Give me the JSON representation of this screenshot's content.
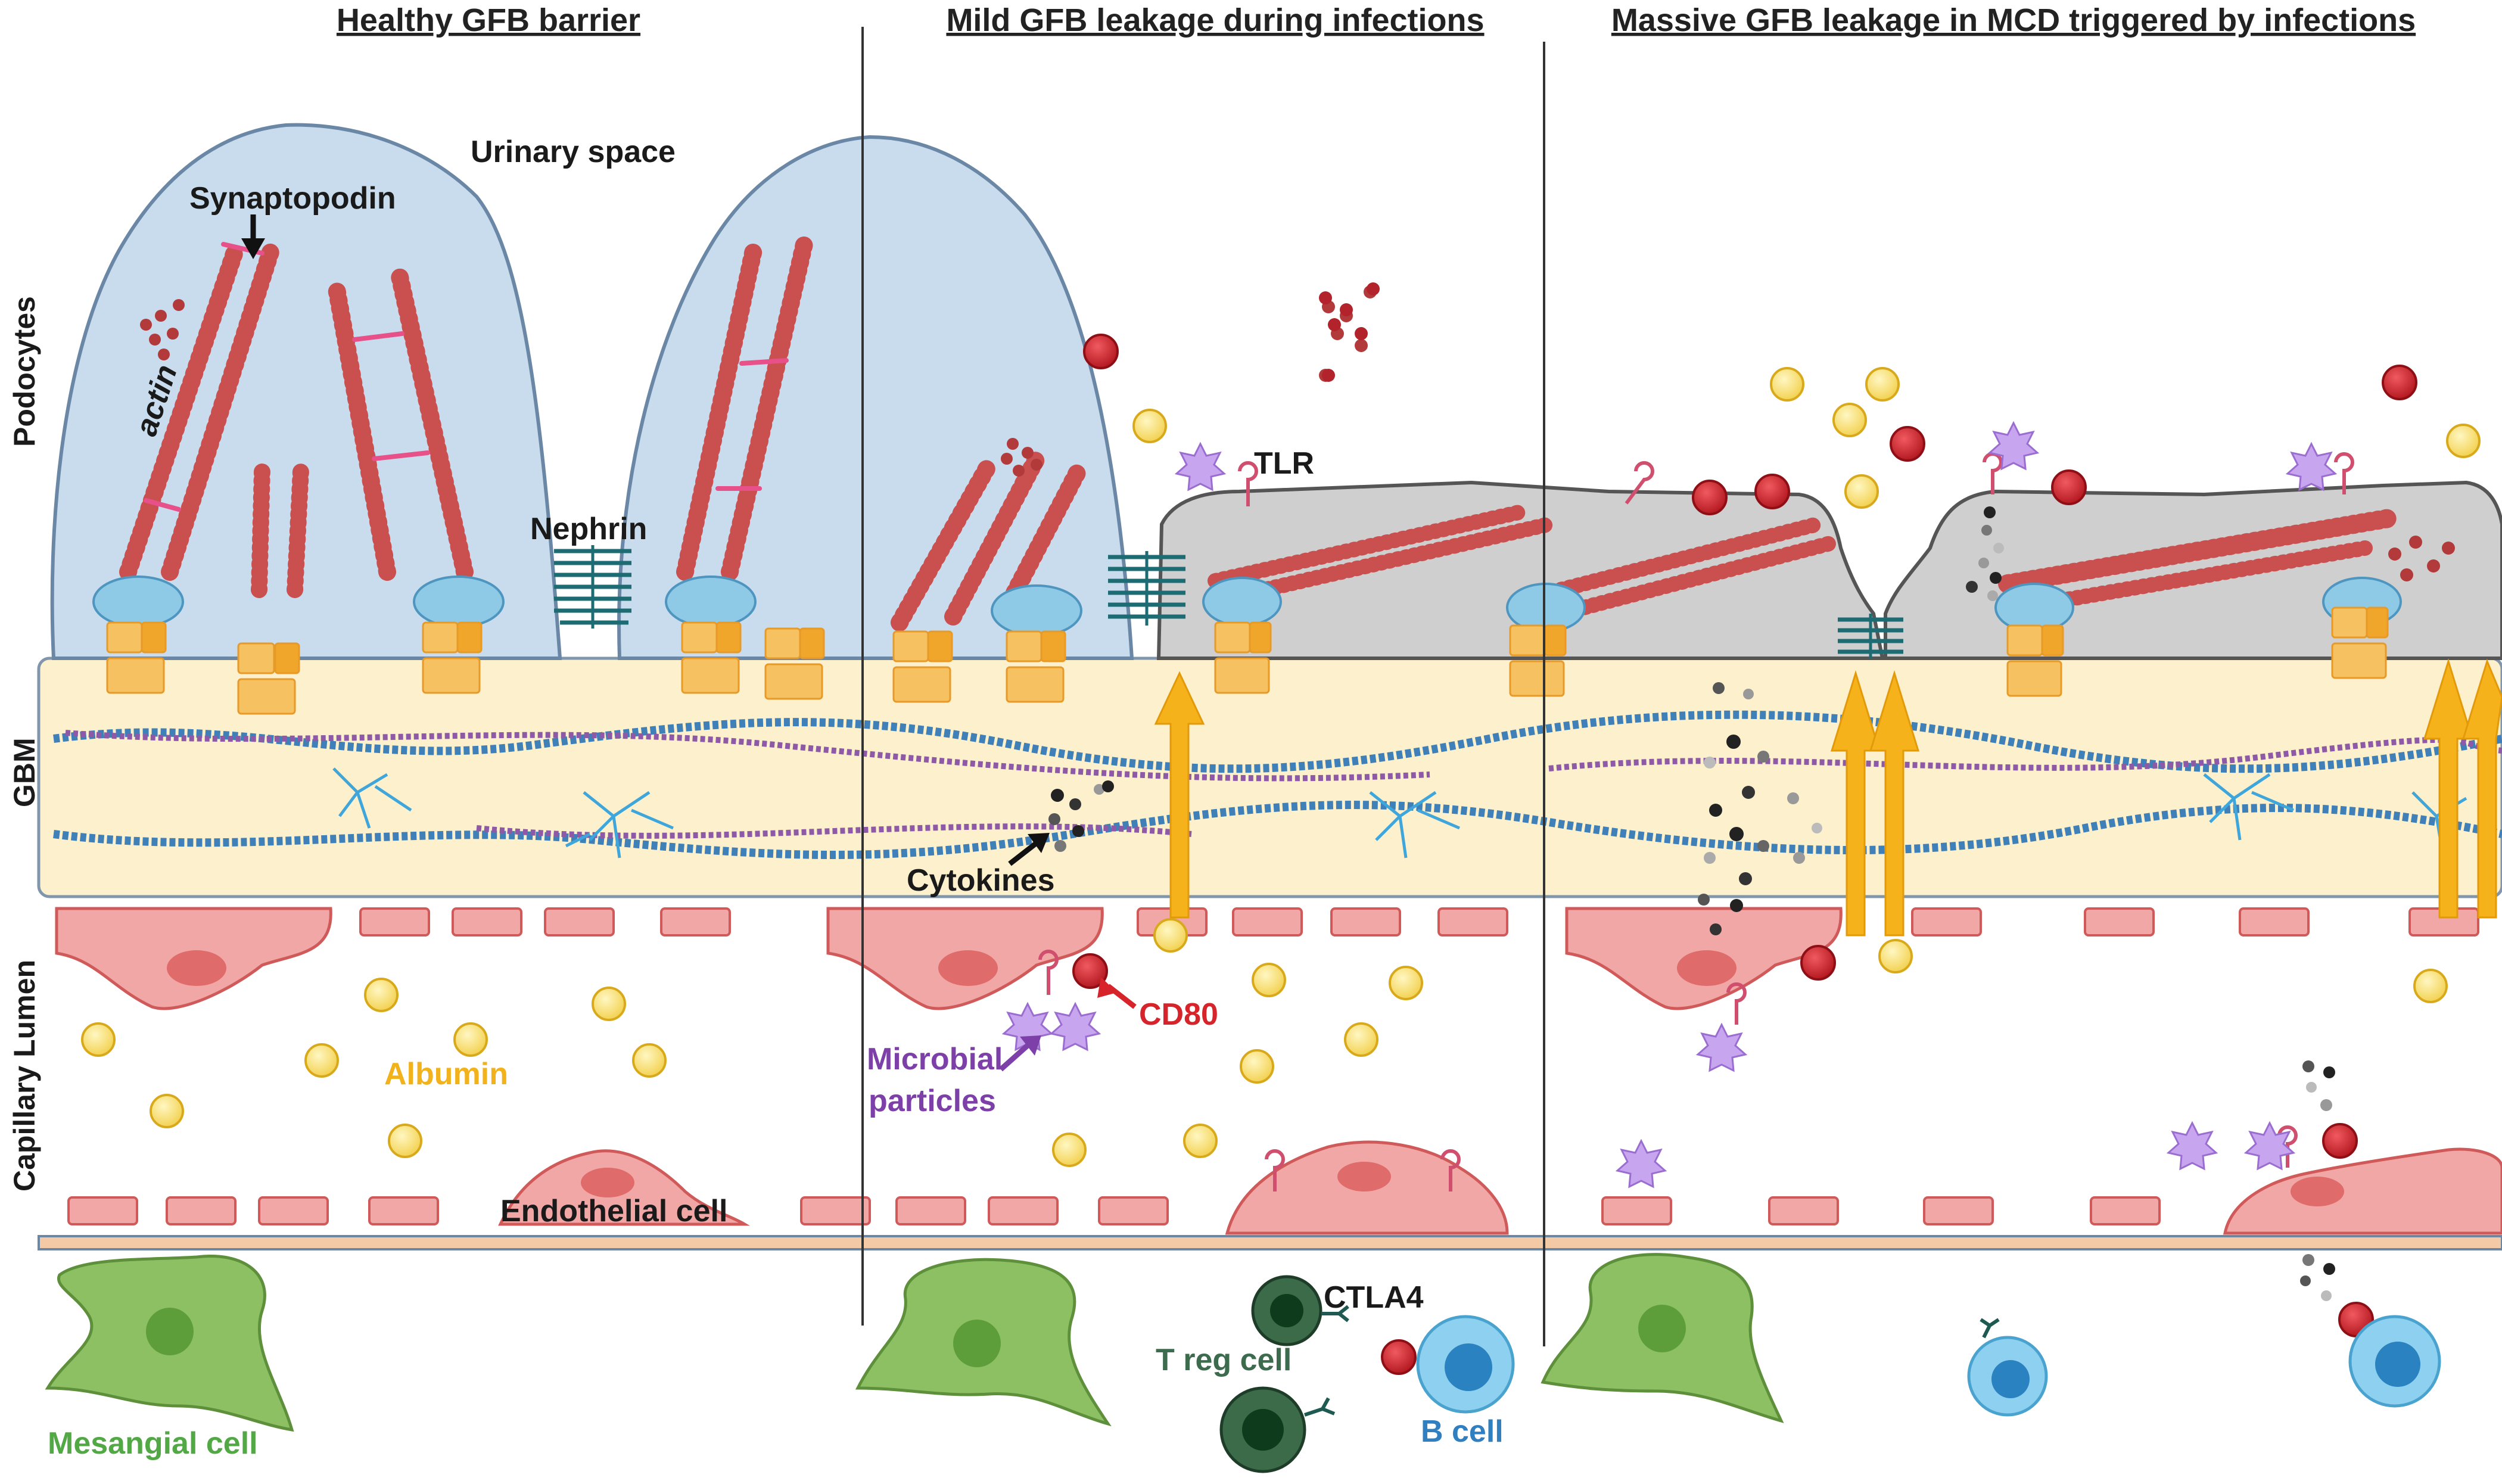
{
  "titles": {
    "healthy": "Healthy GFB barrier",
    "mild": "Mild GFB leakage during infections",
    "massive": "Massive GFB leakage in MCD triggered by infections"
  },
  "side_labels": {
    "podocytes": "Podocytes",
    "gbm": "GBM",
    "capillary": "Capillary Lumen"
  },
  "labels": {
    "urinary_space": "Urinary space",
    "synaptopodin": "Synaptopodin",
    "actin": "actin",
    "nephrin": "Nephrin",
    "tlr": "TLR",
    "cytokines": "Cytokines",
    "cd80": "CD80",
    "microbial_1": "Microbial",
    "microbial_2": "particles",
    "albumin": "Albumin",
    "endothelial": "Endothelial cell",
    "mesangial": "Mesangial cell",
    "ctla4": "CTLA4",
    "treg": "T reg cell",
    "bcell": "B cell"
  },
  "colors": {
    "podocyte_healthy": "#c9dcee",
    "podocyte_damaged": "#cfcfcf",
    "gbm": "#fdf0cc",
    "actin": "#c9504f",
    "synaptopodin": "#e8508a",
    "nephrin": "#1d6b73",
    "integrin": "#8ec9e6",
    "anchor": "#f6c160",
    "endothelial": "#f2a7a7",
    "albumin": "#f7dc6f",
    "cd80": "#d21f27",
    "microbial": "#c7a6ef",
    "leak_arrow": "#f6b21a",
    "mesangial": "#8cc063",
    "treg": "#2c5b3c",
    "bcell": "#5fb6de",
    "albumin_label": "#f2b21b",
    "cd80_label": "#d6242a",
    "microbial_label": "#7d3fa8",
    "mesangial_label": "#52a845",
    "treg_label": "#3d6b4e",
    "bcell_label": "#2f7fc1"
  },
  "icons": [
    "synaptopodin-arrow-icon",
    "leak-arrow-icon",
    "cytokine-dot-icon",
    "albumin-circle-icon",
    "cd80-circle-icon",
    "microbial-star-icon",
    "tlr-hook-icon",
    "ctla4-receptor-icon"
  ]
}
